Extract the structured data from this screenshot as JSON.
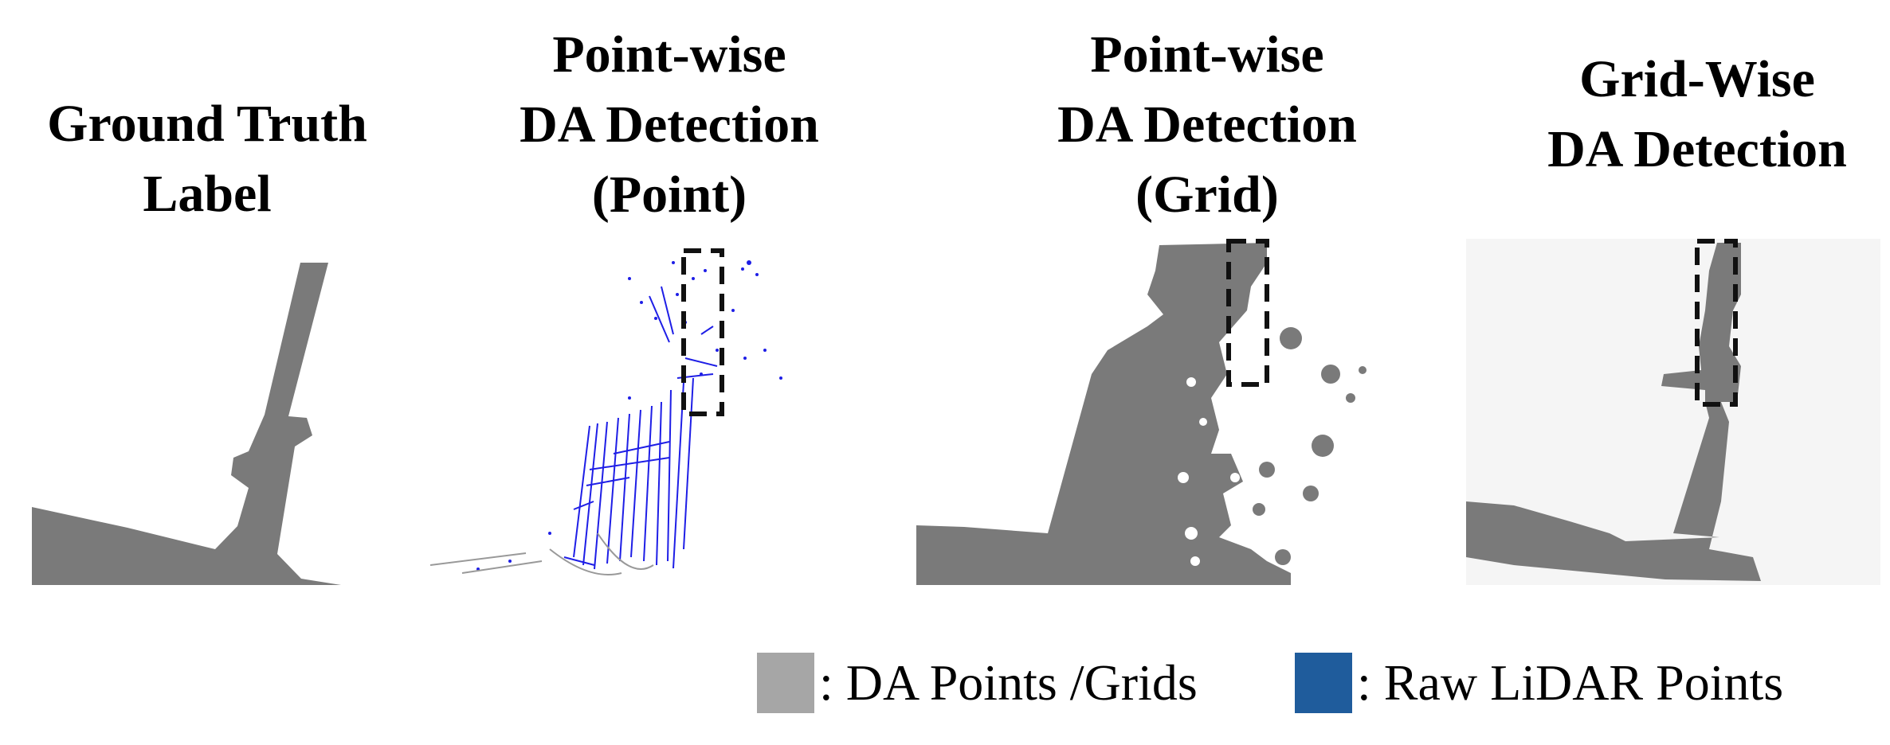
{
  "panels": [
    {
      "title": "Ground Truth\nLabel"
    },
    {
      "title": "Point-wise\nDA Detection\n(Point)"
    },
    {
      "title": "Point-wise\nDA Detection\n(Grid)"
    },
    {
      "title": "Grid-Wise\nDA Detection"
    }
  ],
  "legend": [
    {
      "label": ": DA Points /Grids",
      "color": "#a6a6a6"
    },
    {
      "label": ": Raw LiDAR Points",
      "color": "#1f5c9c"
    }
  ],
  "colors": {
    "da_gray": "#7a7a7a",
    "lidar_blue": "#1e1ee6",
    "box": "#111111"
  }
}
